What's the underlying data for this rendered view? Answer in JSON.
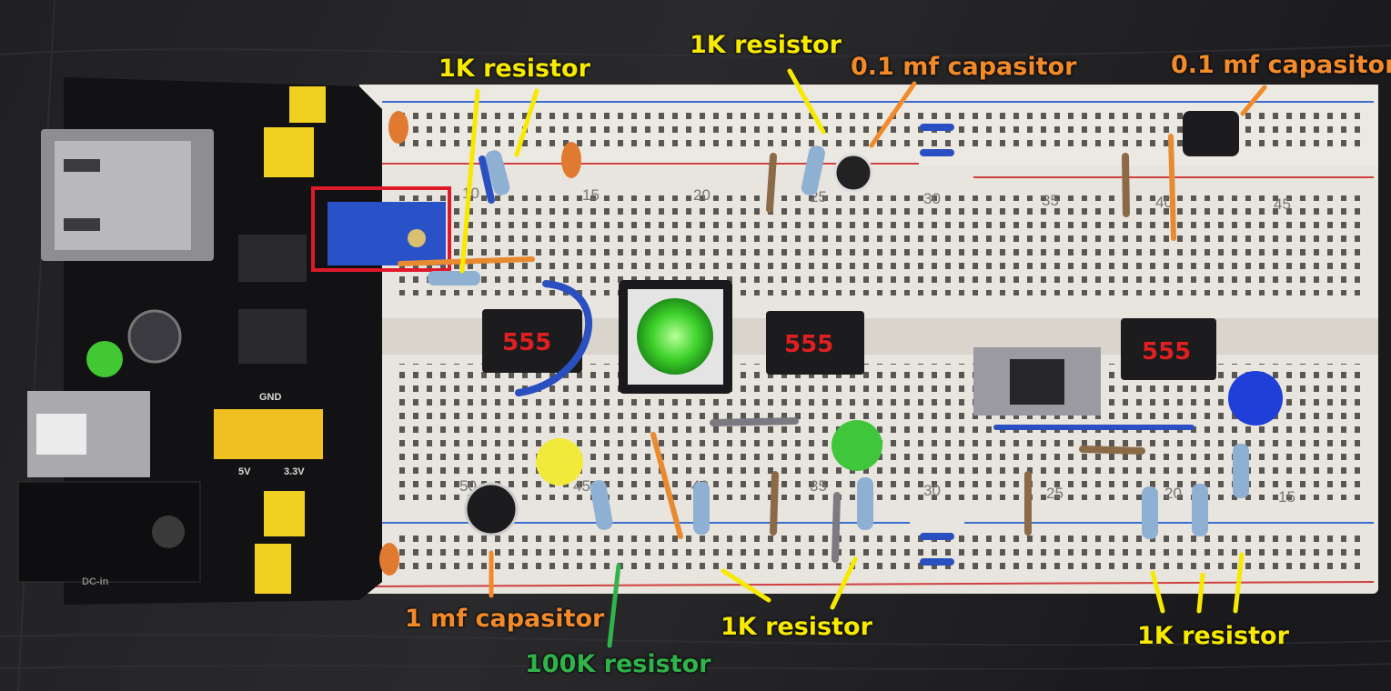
{
  "colors": {
    "yellow_label": "#f7ea00",
    "orange_label": "#f28a2a",
    "green_label": "#2fb34a",
    "background": "#1c1c1e",
    "breadboard": "#e8e4de",
    "chip_text": "#e02020"
  },
  "chips": [
    "555",
    "555",
    "555"
  ],
  "breadboard_numbers": {
    "top": [
      "10",
      "15",
      "20",
      "25",
      "30",
      "35",
      "40",
      "45"
    ],
    "bottom": [
      "50",
      "45",
      "40",
      "35",
      "30",
      "25",
      "20",
      "15"
    ]
  },
  "power_module": {
    "gnd": "GND",
    "v5": "5V",
    "v33": "3.3V",
    "dcin": "DC-in"
  },
  "labels": [
    {
      "text": "1K resistor",
      "color": "yellow"
    },
    {
      "text": "1K resistor",
      "color": "yellow"
    },
    {
      "text": "0.1 mf capasitor",
      "color": "orange"
    },
    {
      "text": "0.1 mf capasitor",
      "color": "orange"
    },
    {
      "text": "1 mf capasitor",
      "color": "orange"
    },
    {
      "text": "100K resistor",
      "color": "green"
    },
    {
      "text": "1K resistor",
      "color": "yellow"
    },
    {
      "text": "1K resistor",
      "color": "yellow"
    }
  ]
}
